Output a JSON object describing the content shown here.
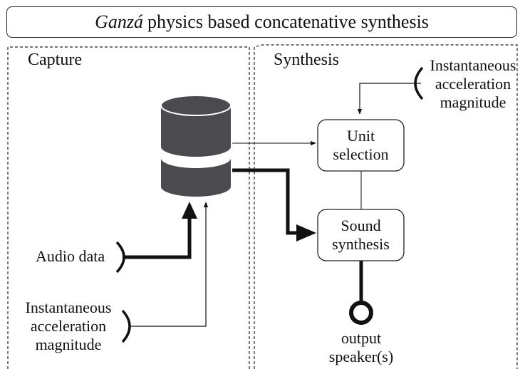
{
  "title": {
    "italic": "Ganzá",
    "rest": "physics based concatenative synthesis"
  },
  "panels": {
    "capture": "Capture",
    "synthesis": "Synthesis"
  },
  "inputs": {
    "audio_data": "Audio data",
    "capture_accel": [
      "Instantaneous",
      "acceleration",
      "magnitude"
    ],
    "synthesis_accel": [
      "Instantaneous",
      "acceleration",
      "magnitude"
    ]
  },
  "nodes": {
    "database_icon": "database-icon",
    "unit_selection": [
      "Unit",
      "selection"
    ],
    "sound_synthesis": [
      "Sound",
      "synthesis"
    ],
    "output": [
      "output",
      "speaker(s)"
    ]
  },
  "colors": {
    "database": "#4a4a4f",
    "stroke": "#111111"
  }
}
